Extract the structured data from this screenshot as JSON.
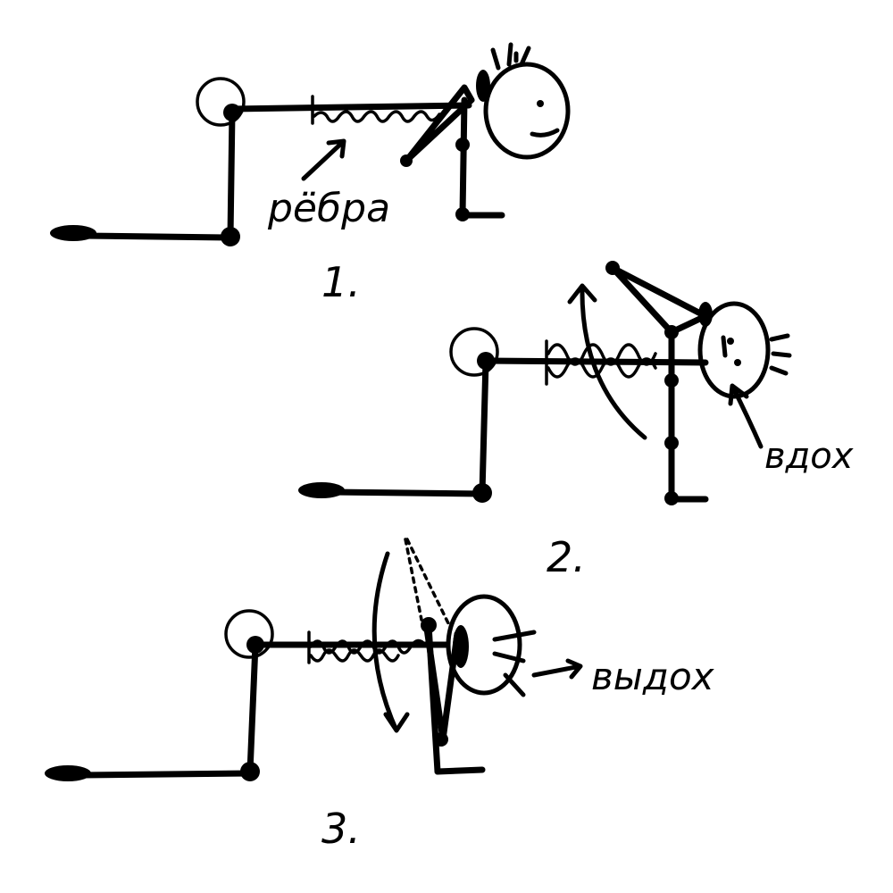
{
  "figures": [
    {
      "step_label": "1.",
      "annotation": "рёбра"
    },
    {
      "step_label": "2.",
      "annotation": "вдох"
    },
    {
      "step_label": "3.",
      "annotation": "выдох"
    }
  ],
  "colors": {
    "ink": "#000000",
    "paper": "#ffffff"
  }
}
